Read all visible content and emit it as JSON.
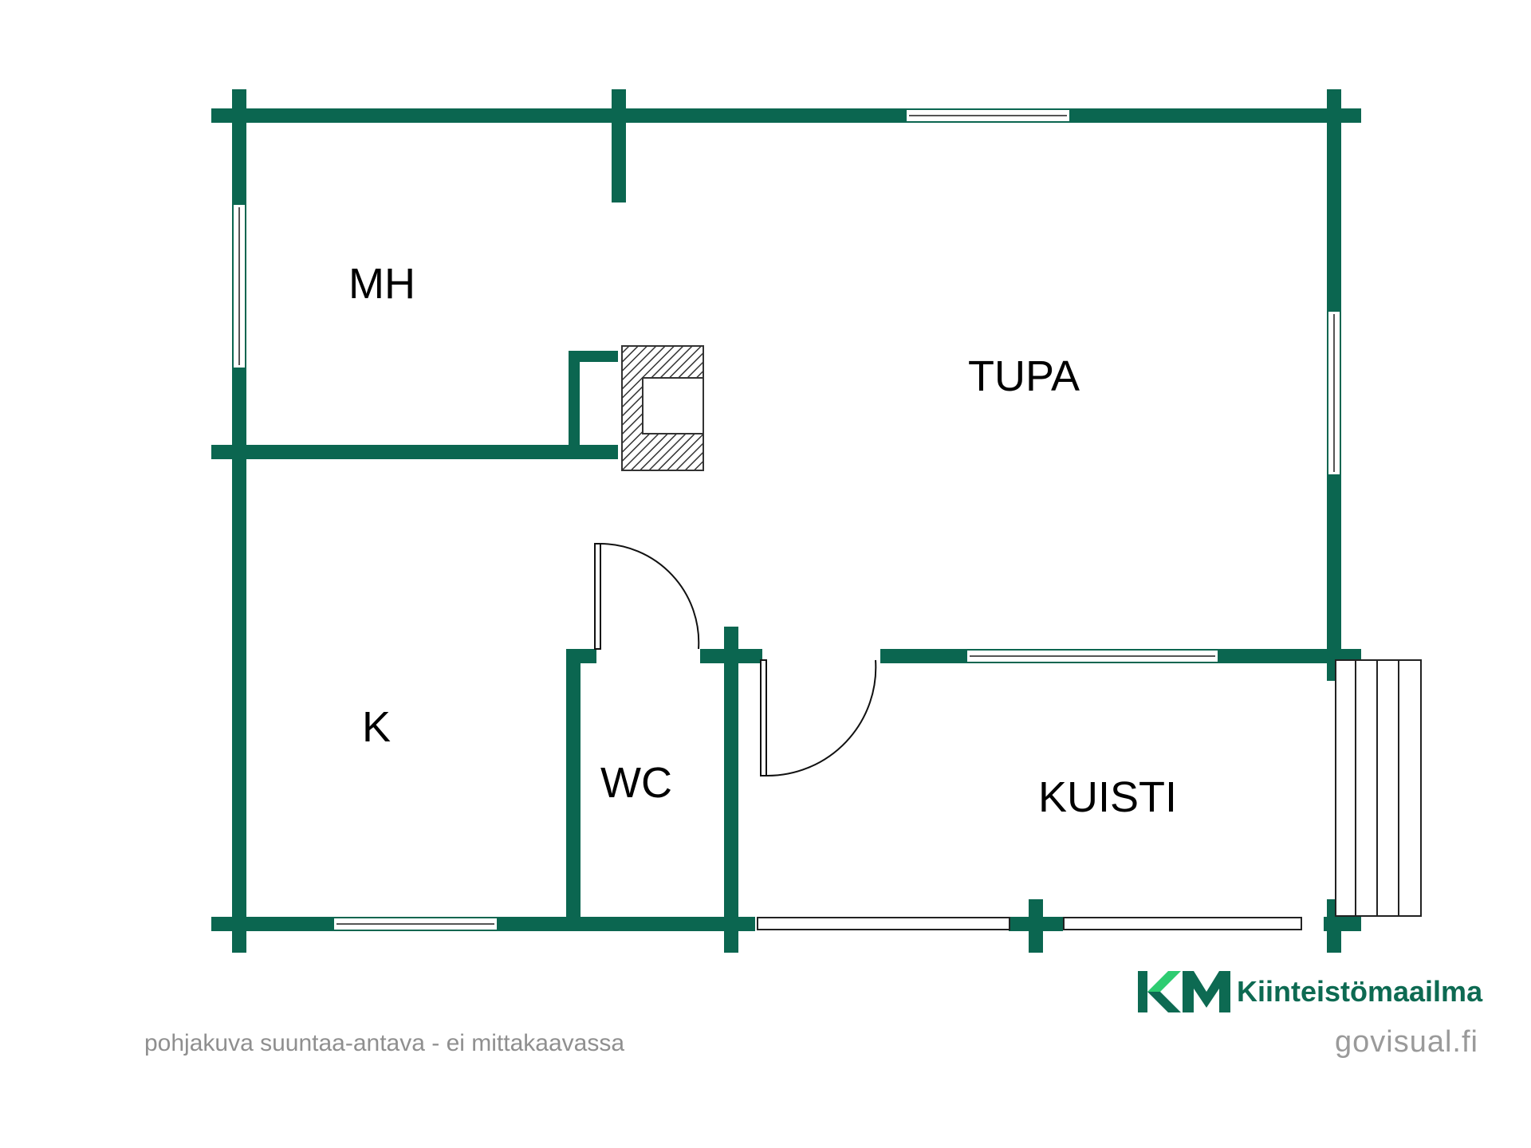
{
  "rooms": {
    "mh": "MH",
    "tupa": "TUPA",
    "k": "K",
    "wc": "WC",
    "kuisti": "KUISTI"
  },
  "footer": {
    "disclaimer": "pohjakuva suuntaa-antava - ei mittakaavassa",
    "brand_name": "Kiinteistömaailma",
    "credit": "govisual.fi"
  },
  "colors": {
    "wall": "#0b6650",
    "logo_light": "#2ecc71",
    "logo_dark": "#0d6a52",
    "muted_text": "#8f8f8f"
  },
  "icons": {
    "logo": "km-logo-icon"
  }
}
